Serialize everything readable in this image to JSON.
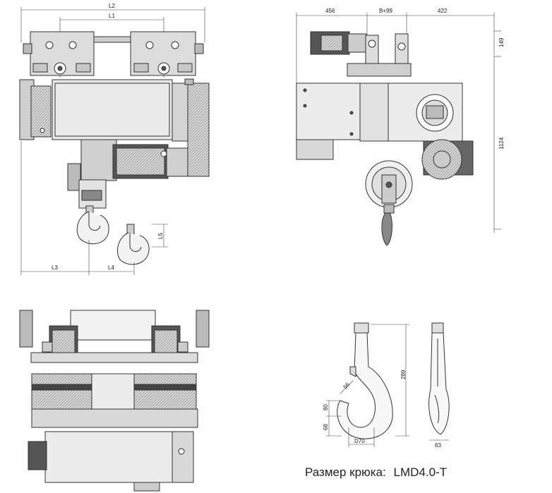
{
  "front_view": {
    "dimensions": {
      "L2": "L2",
      "L1": "L1",
      "L3": "L3",
      "L4": "L4",
      "L5": "L5"
    }
  },
  "side_view": {
    "dimensions": {
      "d456": "456",
      "dB99": "B+99",
      "d422": "422",
      "d149": "149",
      "d1124": "1124"
    }
  },
  "hook_detail": {
    "dimensions": {
      "d289": "289",
      "d56": "56",
      "d80": "80",
      "d68": "68",
      "d70": "D70",
      "d63": "63"
    }
  },
  "caption": {
    "label": "Размер крюка:",
    "model": "LMD4.0-T"
  },
  "colors": {
    "line": "#333333",
    "fill_light": "#e6e6e6",
    "fill_mid": "#c8c8c8",
    "fill_dark": "#555555"
  }
}
